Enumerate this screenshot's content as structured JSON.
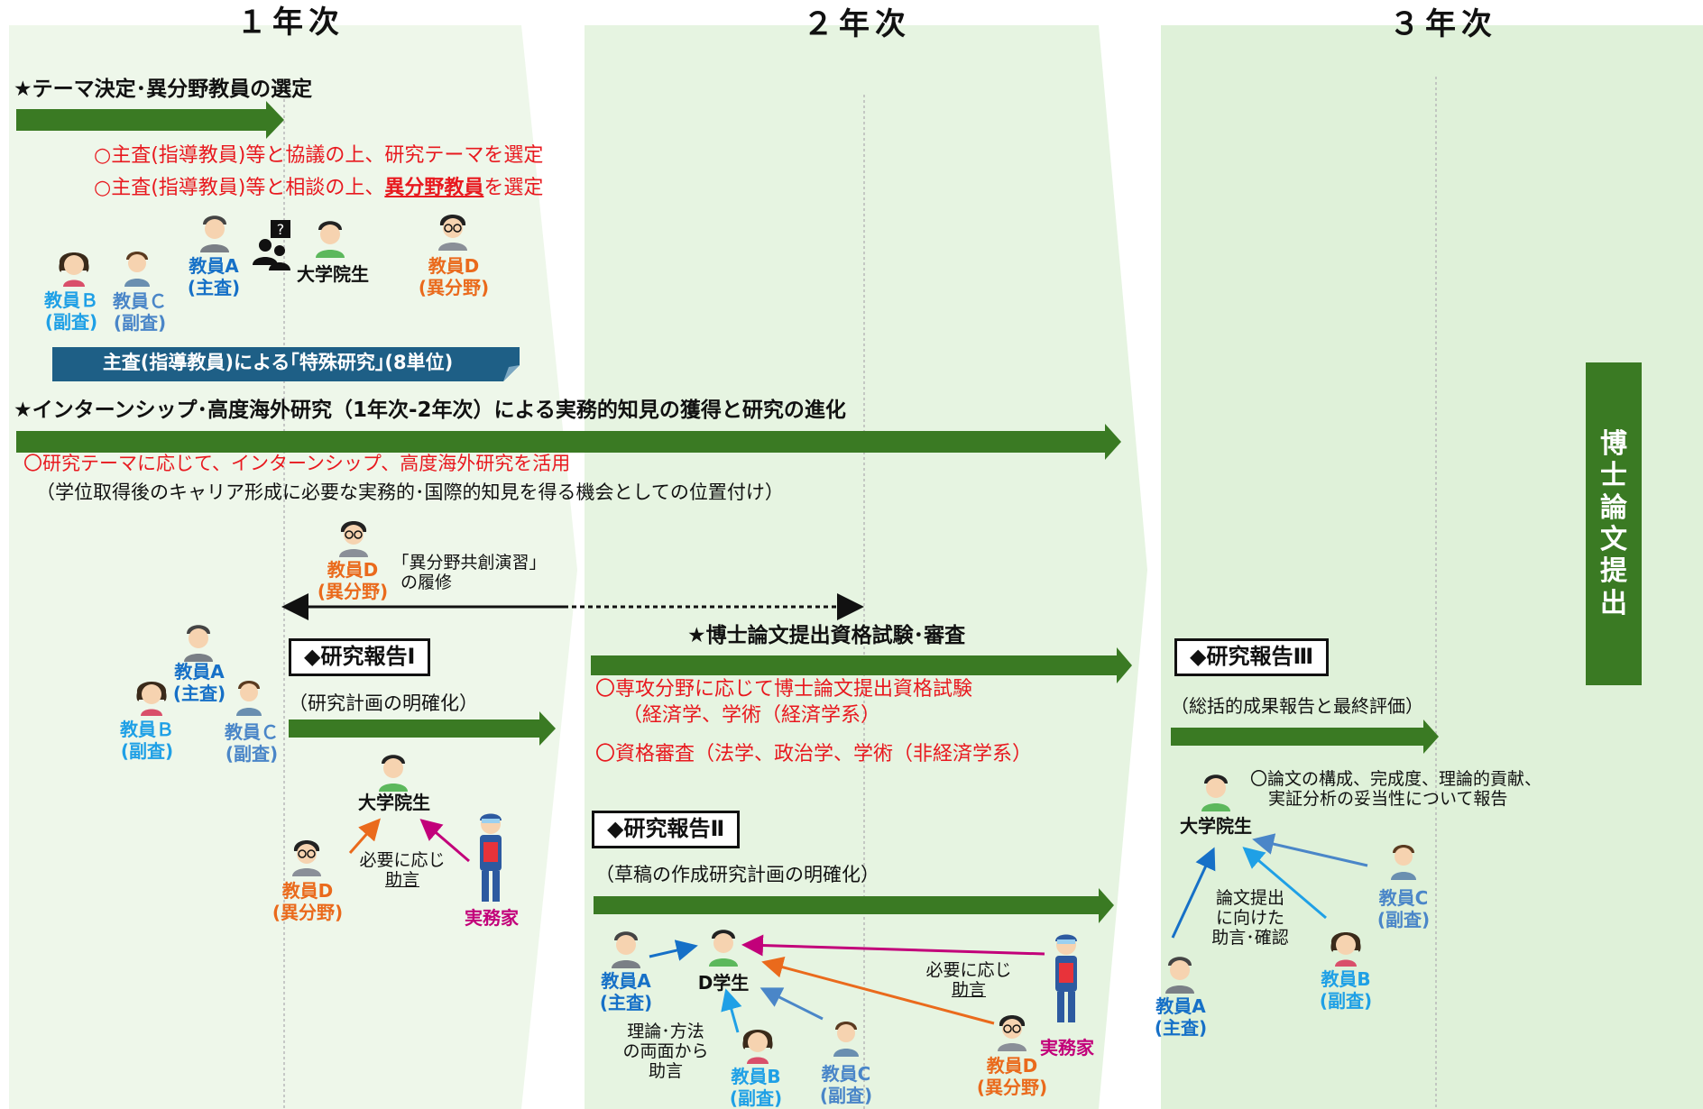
{
  "years": {
    "y1": "１年次",
    "y2": "２年次",
    "y3": "３年次"
  },
  "dissertation": "博士論文提出",
  "theme": {
    "title": "★テーマ決定･異分野教員の選定",
    "line1": "○主査(指導教員)等と協議の上、研究テーマを選定",
    "line2_pre": "○主査(指導教員)等と相談の上、",
    "line2_em": "異分野教員",
    "line2_post": "を選定"
  },
  "special_research": "主査(指導教員)による｢特殊研究｣(8単位)",
  "internship": {
    "title": "★インターンシップ･高度海外研究（1年次-2年次）による実務的知見の獲得と研究の進化",
    "line1": "〇研究テーマに応じて、インターンシップ、高度海外研究を活用",
    "line2": "（学位取得後のキャリア形成に必要な実務的･国際的知見を得る機会としての位置付け）"
  },
  "seminar": {
    "line1": "｢異分野共創演習｣",
    "line2": "の履修"
  },
  "report1": {
    "title": "◆研究報告Ⅰ",
    "sub": "（研究計画の明確化）"
  },
  "qualification": {
    "title": "★博士論文提出資格試験･審査",
    "line1": "〇専攻分野に応じて博士論文提出資格試験",
    "line2": "（経済学、学術（経済学系）",
    "line3": "〇資格審査（法学、政治学、学術（非経済学系）"
  },
  "report2": {
    "title": "◆研究報告Ⅱ",
    "sub": "（草稿の作成研究計画の明確化）"
  },
  "report3": {
    "title": "◆研究報告Ⅲ",
    "sub": "（総括的成果報告と最終評価）",
    "note1": "〇論文の構成、完成度、理論的貢献、",
    "note2": "実証分析の妥当性について報告"
  },
  "labels": {
    "teacherA": "教員A",
    "teacherA_role": "(主査)",
    "teacherB": "教員Ｂ",
    "teacherB_alt": "教員B",
    "teacherB_role": "(副査)",
    "teacherC": "教員Ｃ",
    "teacherC_alt": "教員C",
    "teacherC_role": "(副査)",
    "teacherD": "教員D",
    "teacherD_role": "(異分野)",
    "grad": "大学院生",
    "dstudent": "D学生",
    "practitioner": "実務家",
    "advice_pre": "必要に応じ",
    "advice": "助言",
    "theory1": "理論･方法",
    "theory2": "の両面から",
    "theory3": "助言",
    "final1": "論文提出",
    "final2": "に向けた",
    "final3": "助言･確認"
  },
  "colors": {
    "green_arrow": "#3a7a23",
    "panel1": "#eef7ea",
    "panel2": "#e6f4e1",
    "panel3": "#dff1d9",
    "ribbon": "#1e5f86"
  }
}
